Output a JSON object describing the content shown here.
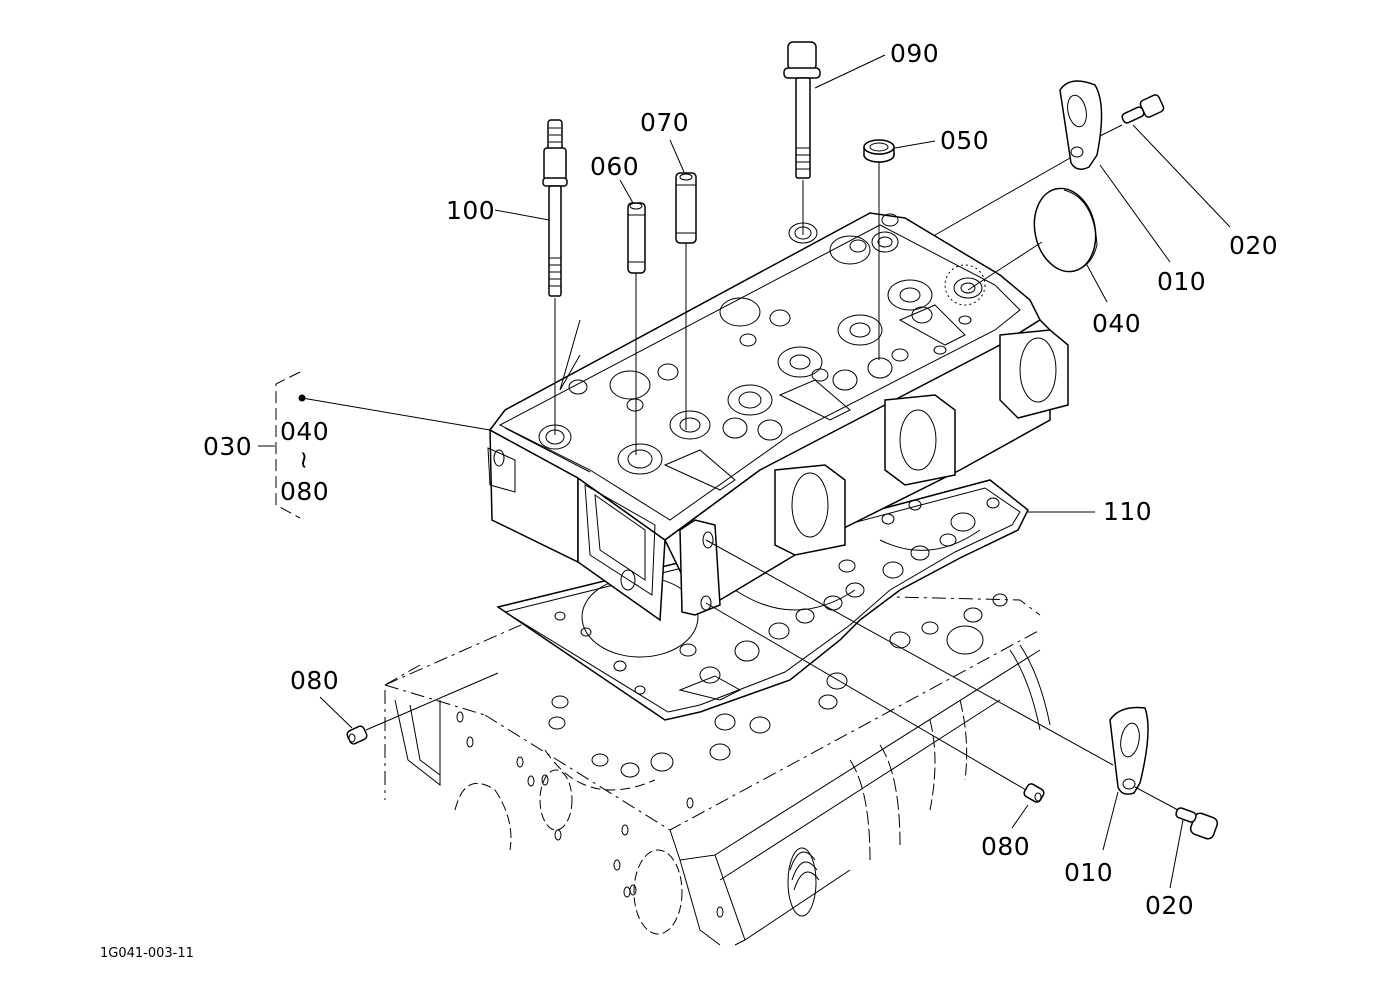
{
  "diagram": {
    "type": "exploded-parts-diagram",
    "subject": "Cylinder head assembly",
    "reference_code": "1G041-003-11",
    "callouts": [
      {
        "id": "c100",
        "label": "100",
        "part": "stud bolt"
      },
      {
        "id": "c060",
        "label": "060",
        "part": "valve guide"
      },
      {
        "id": "c070",
        "label": "070",
        "part": "valve guide"
      },
      {
        "id": "c090",
        "label": "090",
        "part": "cylinder head bolt"
      },
      {
        "id": "c050",
        "label": "050",
        "part": "plug seal"
      },
      {
        "id": "c010a",
        "label": "010",
        "part": "engine hanger (rear)"
      },
      {
        "id": "c020a",
        "label": "020",
        "part": "bolt (rear)"
      },
      {
        "id": "c040a",
        "label": "040",
        "part": "plug cap"
      },
      {
        "id": "c110",
        "label": "110",
        "part": "cylinder head gasket"
      },
      {
        "id": "c080a",
        "label": "080",
        "part": "plug (left)"
      },
      {
        "id": "c080b",
        "label": "080",
        "part": "plug (right)"
      },
      {
        "id": "c010b",
        "label": "010",
        "part": "engine hanger (front)"
      },
      {
        "id": "c020b",
        "label": "020",
        "part": "bolt (front)"
      }
    ],
    "assembly_group": {
      "label": "030",
      "range_start": "040",
      "range_separator": "~",
      "range_end": "080"
    }
  }
}
